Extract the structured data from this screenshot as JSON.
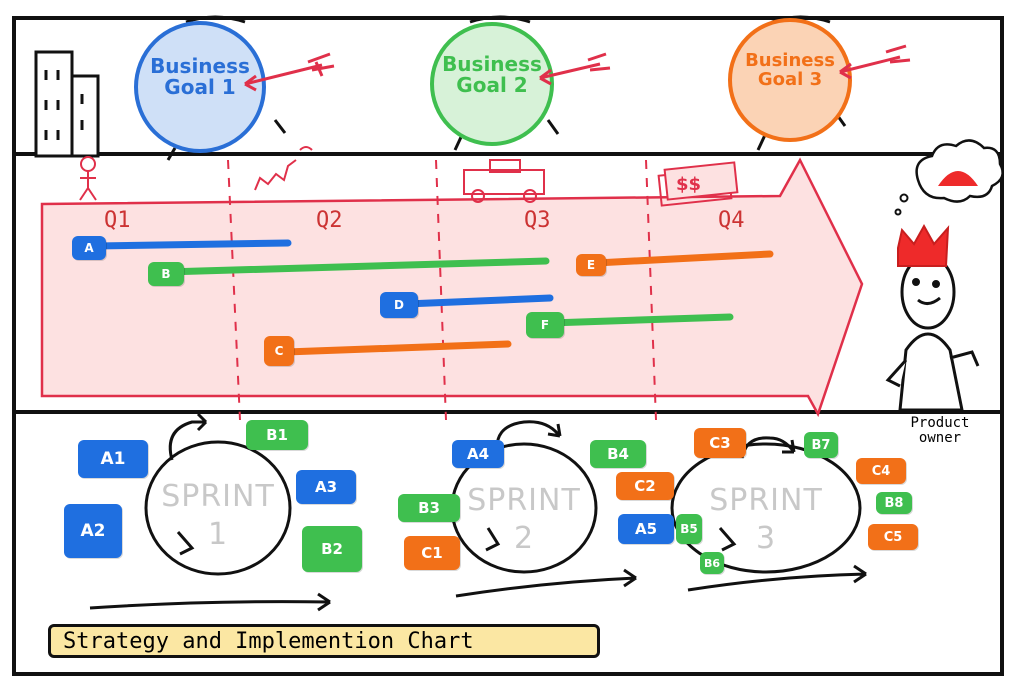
{
  "goals": [
    {
      "label": "Business Goal 1",
      "color": "#2a6fd6"
    },
    {
      "label": "Business Goal 2",
      "color": "#3fbf4f"
    },
    {
      "label": "Business Goal 3",
      "color": "#f27018"
    }
  ],
  "quarters": [
    "Q1",
    "Q2",
    "Q3",
    "Q4"
  ],
  "roadmap_items": [
    {
      "label": "A",
      "color": "blue"
    },
    {
      "label": "B",
      "color": "green"
    },
    {
      "label": "C",
      "color": "orange"
    },
    {
      "label": "D",
      "color": "blue"
    },
    {
      "label": "E",
      "color": "orange"
    },
    {
      "label": "F",
      "color": "green"
    }
  ],
  "sprints": [
    {
      "label": "SPRINT",
      "number": "1"
    },
    {
      "label": "SPRINT",
      "number": "2"
    },
    {
      "label": "SPRINT",
      "number": "3"
    }
  ],
  "sprint_tasks": {
    "s1": [
      "A1",
      "A2",
      "B1",
      "A3",
      "B2"
    ],
    "s2": [
      "A4",
      "B3",
      "C1",
      "B4",
      "C2",
      "A5",
      "B5",
      "B6"
    ],
    "s3": [
      "C3",
      "B7",
      "C4",
      "B8",
      "C5"
    ]
  },
  "product_owner": "Product owner",
  "caption": "Strategy and Implemention Chart"
}
